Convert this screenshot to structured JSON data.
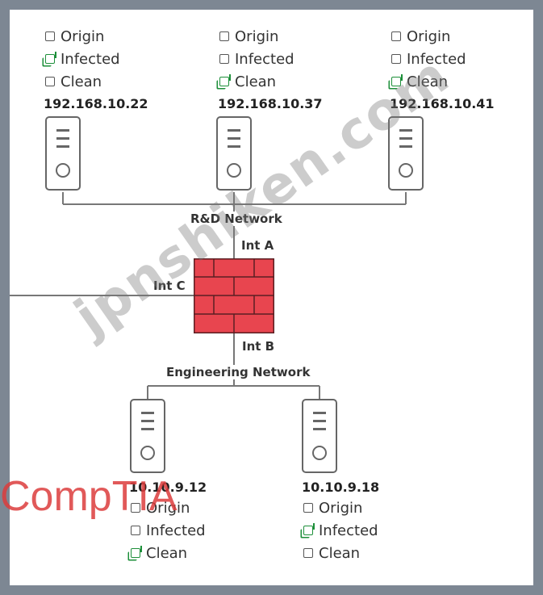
{
  "hosts": {
    "h1": {
      "ip": "192.168.10.22",
      "options": [
        "Origin",
        "Infected",
        "Clean"
      ],
      "selected": "Infected"
    },
    "h2": {
      "ip": "192.168.10.37",
      "options": [
        "Origin",
        "Infected",
        "Clean"
      ],
      "selected": "Clean"
    },
    "h3": {
      "ip": "192.168.10.41",
      "options": [
        "Origin",
        "Infected",
        "Clean"
      ],
      "selected": "Clean"
    },
    "h4": {
      "ip": "10.10.9.12",
      "options": [
        "Origin",
        "Infected",
        "Clean"
      ],
      "selected": "Clean"
    },
    "h5": {
      "ip": "10.10.9.18",
      "options": [
        "Origin",
        "Infected",
        "Clean"
      ],
      "selected": "Infected"
    }
  },
  "networks": {
    "rd": "R&D Network",
    "engineering": "Engineering Network"
  },
  "interfaces": {
    "a": "Int A",
    "b": "Int B",
    "c": "Int C"
  },
  "watermarks": {
    "site": "jpnshiken.com",
    "brand": "CompTIA"
  },
  "colors": {
    "firewall": "#e8454f",
    "selected_check": "#1d8f3a"
  }
}
